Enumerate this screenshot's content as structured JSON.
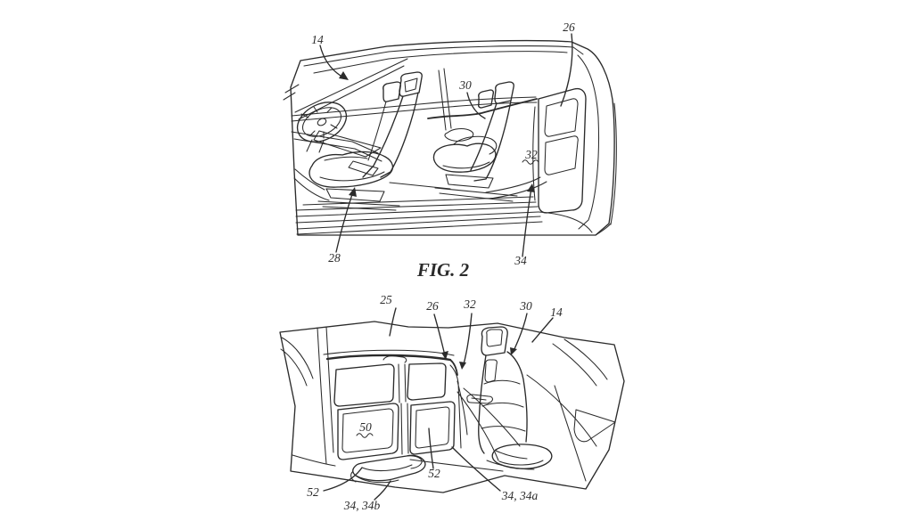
{
  "page": {
    "background": "#ffffff",
    "ink": "#2b2b2b"
  },
  "figure_top": {
    "caption": "FIG. 2",
    "description_names": [
      "vehicle-interior-cutaway-side-view"
    ],
    "labels": {
      "l14": "14",
      "l26": "26",
      "l30": "30",
      "l32": "32",
      "l28": "28",
      "l34": "34"
    }
  },
  "figure_bottom": {
    "description_names": [
      "vehicle-rear-interior-perspective-view"
    ],
    "labels": {
      "l25": "25",
      "l26": "26",
      "l32": "32",
      "l30": "30",
      "l14": "14",
      "l50": "50",
      "l52_door": "52",
      "l52_tray": "52",
      "l34b": "34, 34b",
      "l34a": "34, 34a"
    }
  }
}
